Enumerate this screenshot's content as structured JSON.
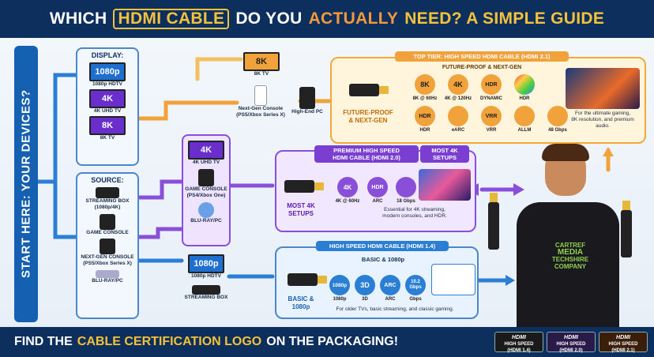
{
  "header": {
    "p1": "WHICH",
    "p2": "HDMI CABLE",
    "p3": "DO YOU",
    "p4": "ACTUALLY",
    "p5": "NEED? A SIMPLE GUIDE"
  },
  "start": "START HERE: YOUR DEVICES?",
  "display": {
    "title": "DISPLAY:",
    "items": [
      {
        "tv": "1080p",
        "label": "1080p HDTV"
      },
      {
        "tv": "4K",
        "label": "4K UHD TV"
      },
      {
        "tv": "8K",
        "label": "8K TV"
      }
    ]
  },
  "source": {
    "title": "SOURCE:",
    "items": [
      "STREAMING BOX\n(1080p/4K)",
      "GAME CONSOLE",
      "NEXT-GEN CONSOLE\n(PS5/Xbox Series X)",
      "BLU-RAY/PC"
    ]
  },
  "mid4k": {
    "tv": "4K",
    "tv_label": "4K UHD TV",
    "console": "GAME CONSOLE\n(PS4/Xbox One)",
    "bluray": "BLU-RAY/PC"
  },
  "mid1080": {
    "tv": "1080p",
    "tv_label": "1080p HDTV",
    "box": "STREAMING BOX"
  },
  "top_devices": {
    "tv": "8K",
    "tv_label": "8K TV",
    "console": "Next-Gen Console\n(PS5/Xbox Series X)",
    "pc": "High-End PC"
  },
  "tier21": {
    "tag": "TOP TIER: HIGH SPEED HDMI CABLE (HDMI 2.1)",
    "sub": "FUTURE-PROOF & NEXT-GEN",
    "side": "FUTURE-PROOF\n& NEXT-GEN",
    "feats": [
      {
        "i": "8K",
        "c": "8K @ 60Hz"
      },
      {
        "i": "4K",
        "c": "4K @ 120Hz"
      },
      {
        "i": "HDR",
        "c": "DYNAMIC"
      },
      {
        "i": "",
        "c": "HDR"
      },
      {
        "i": "HDR",
        "c": "HDR"
      },
      {
        "i": "",
        "c": "eARC"
      },
      {
        "i": "VRR",
        "c": "VRR"
      },
      {
        "i": "",
        "c": "ALLM"
      },
      {
        "i": "",
        "c": "48 Gbps"
      }
    ],
    "note": "For the ultimate gaming,\n8K resolution, and premium\naudio."
  },
  "tier20": {
    "tag1": "PREMIUM HIGH SPEED\nHDMI CABLE (HDMI 2.0)",
    "tag2": "MOST 4K\nSETUPS",
    "side": "MOST 4K\nSETUPS",
    "feats": [
      {
        "i": "4K",
        "c": "4K @ 60Hz"
      },
      {
        "i": "HDR",
        "c": "ARC"
      },
      {
        "i": "",
        "c": "18 Gbps"
      }
    ],
    "note": "Essential for 4K streaming,\nmodern consoles, and HDR."
  },
  "tier14": {
    "tag": "HIGH SPEED HDMI CABLE (HDMI 1.4)",
    "sub": "BASIC & 1080p",
    "side": "BASIC &\n1080p",
    "feats": [
      {
        "i": "1080p",
        "c": "1080p"
      },
      {
        "i": "3D",
        "c": "3D"
      },
      {
        "i": "ARC",
        "c": "ARC"
      },
      {
        "i": "10.2\nGbps",
        "c": "Gbps"
      }
    ],
    "note": "For older TVs, basic streaming, and classic gaming."
  },
  "shirt": {
    "l1": "CARTREF",
    "l2": "MEDIA",
    "l3": "TECHSHIRE",
    "l4": "COMPANY"
  },
  "footer": {
    "p1": "FIND THE",
    "p2": "CABLE CERTIFICATION LOGO",
    "p3": "ON THE PACKAGING!"
  },
  "logos": [
    {
      "a": "HDMI",
      "b": "HIGH SPEED",
      "c": "(HDMI 1.4)"
    },
    {
      "a": "HDMI",
      "b": "HIGH SPEED",
      "c": "(HDMI 2.0)"
    },
    {
      "a": "HDMI",
      "b": "HIGH SPEED",
      "c": "(HDMI 2.1)"
    }
  ]
}
